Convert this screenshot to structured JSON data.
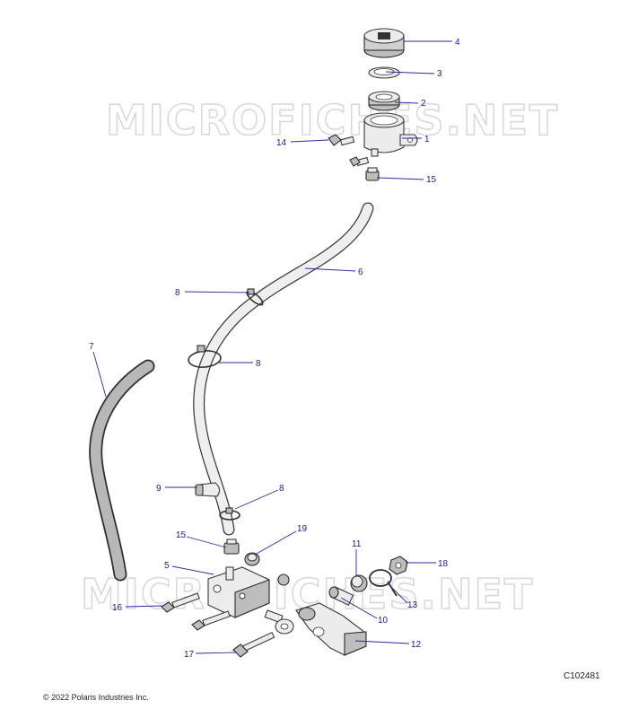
{
  "watermark": {
    "text": "MICROFICHES.NET"
  },
  "callouts": [
    {
      "id": "4",
      "label": "4"
    },
    {
      "id": "3",
      "label": "3"
    },
    {
      "id": "2",
      "label": "2"
    },
    {
      "id": "1",
      "label": "1"
    },
    {
      "id": "14",
      "label": "14"
    },
    {
      "id": "15a",
      "label": "15"
    },
    {
      "id": "6",
      "label": "6"
    },
    {
      "id": "8a",
      "label": "8"
    },
    {
      "id": "8b",
      "label": "8"
    },
    {
      "id": "7",
      "label": "7"
    },
    {
      "id": "9",
      "label": "9"
    },
    {
      "id": "8c",
      "label": "8"
    },
    {
      "id": "15b",
      "label": "15"
    },
    {
      "id": "19",
      "label": "19"
    },
    {
      "id": "5",
      "label": "5"
    },
    {
      "id": "11",
      "label": "11"
    },
    {
      "id": "18",
      "label": "18"
    },
    {
      "id": "16",
      "label": "16"
    },
    {
      "id": "13",
      "label": "13"
    },
    {
      "id": "10",
      "label": "10"
    },
    {
      "id": "12",
      "label": "12"
    },
    {
      "id": "17",
      "label": "17"
    }
  ],
  "reference_code": "C102481",
  "copyright": "© 2022 Polaris Industries Inc."
}
